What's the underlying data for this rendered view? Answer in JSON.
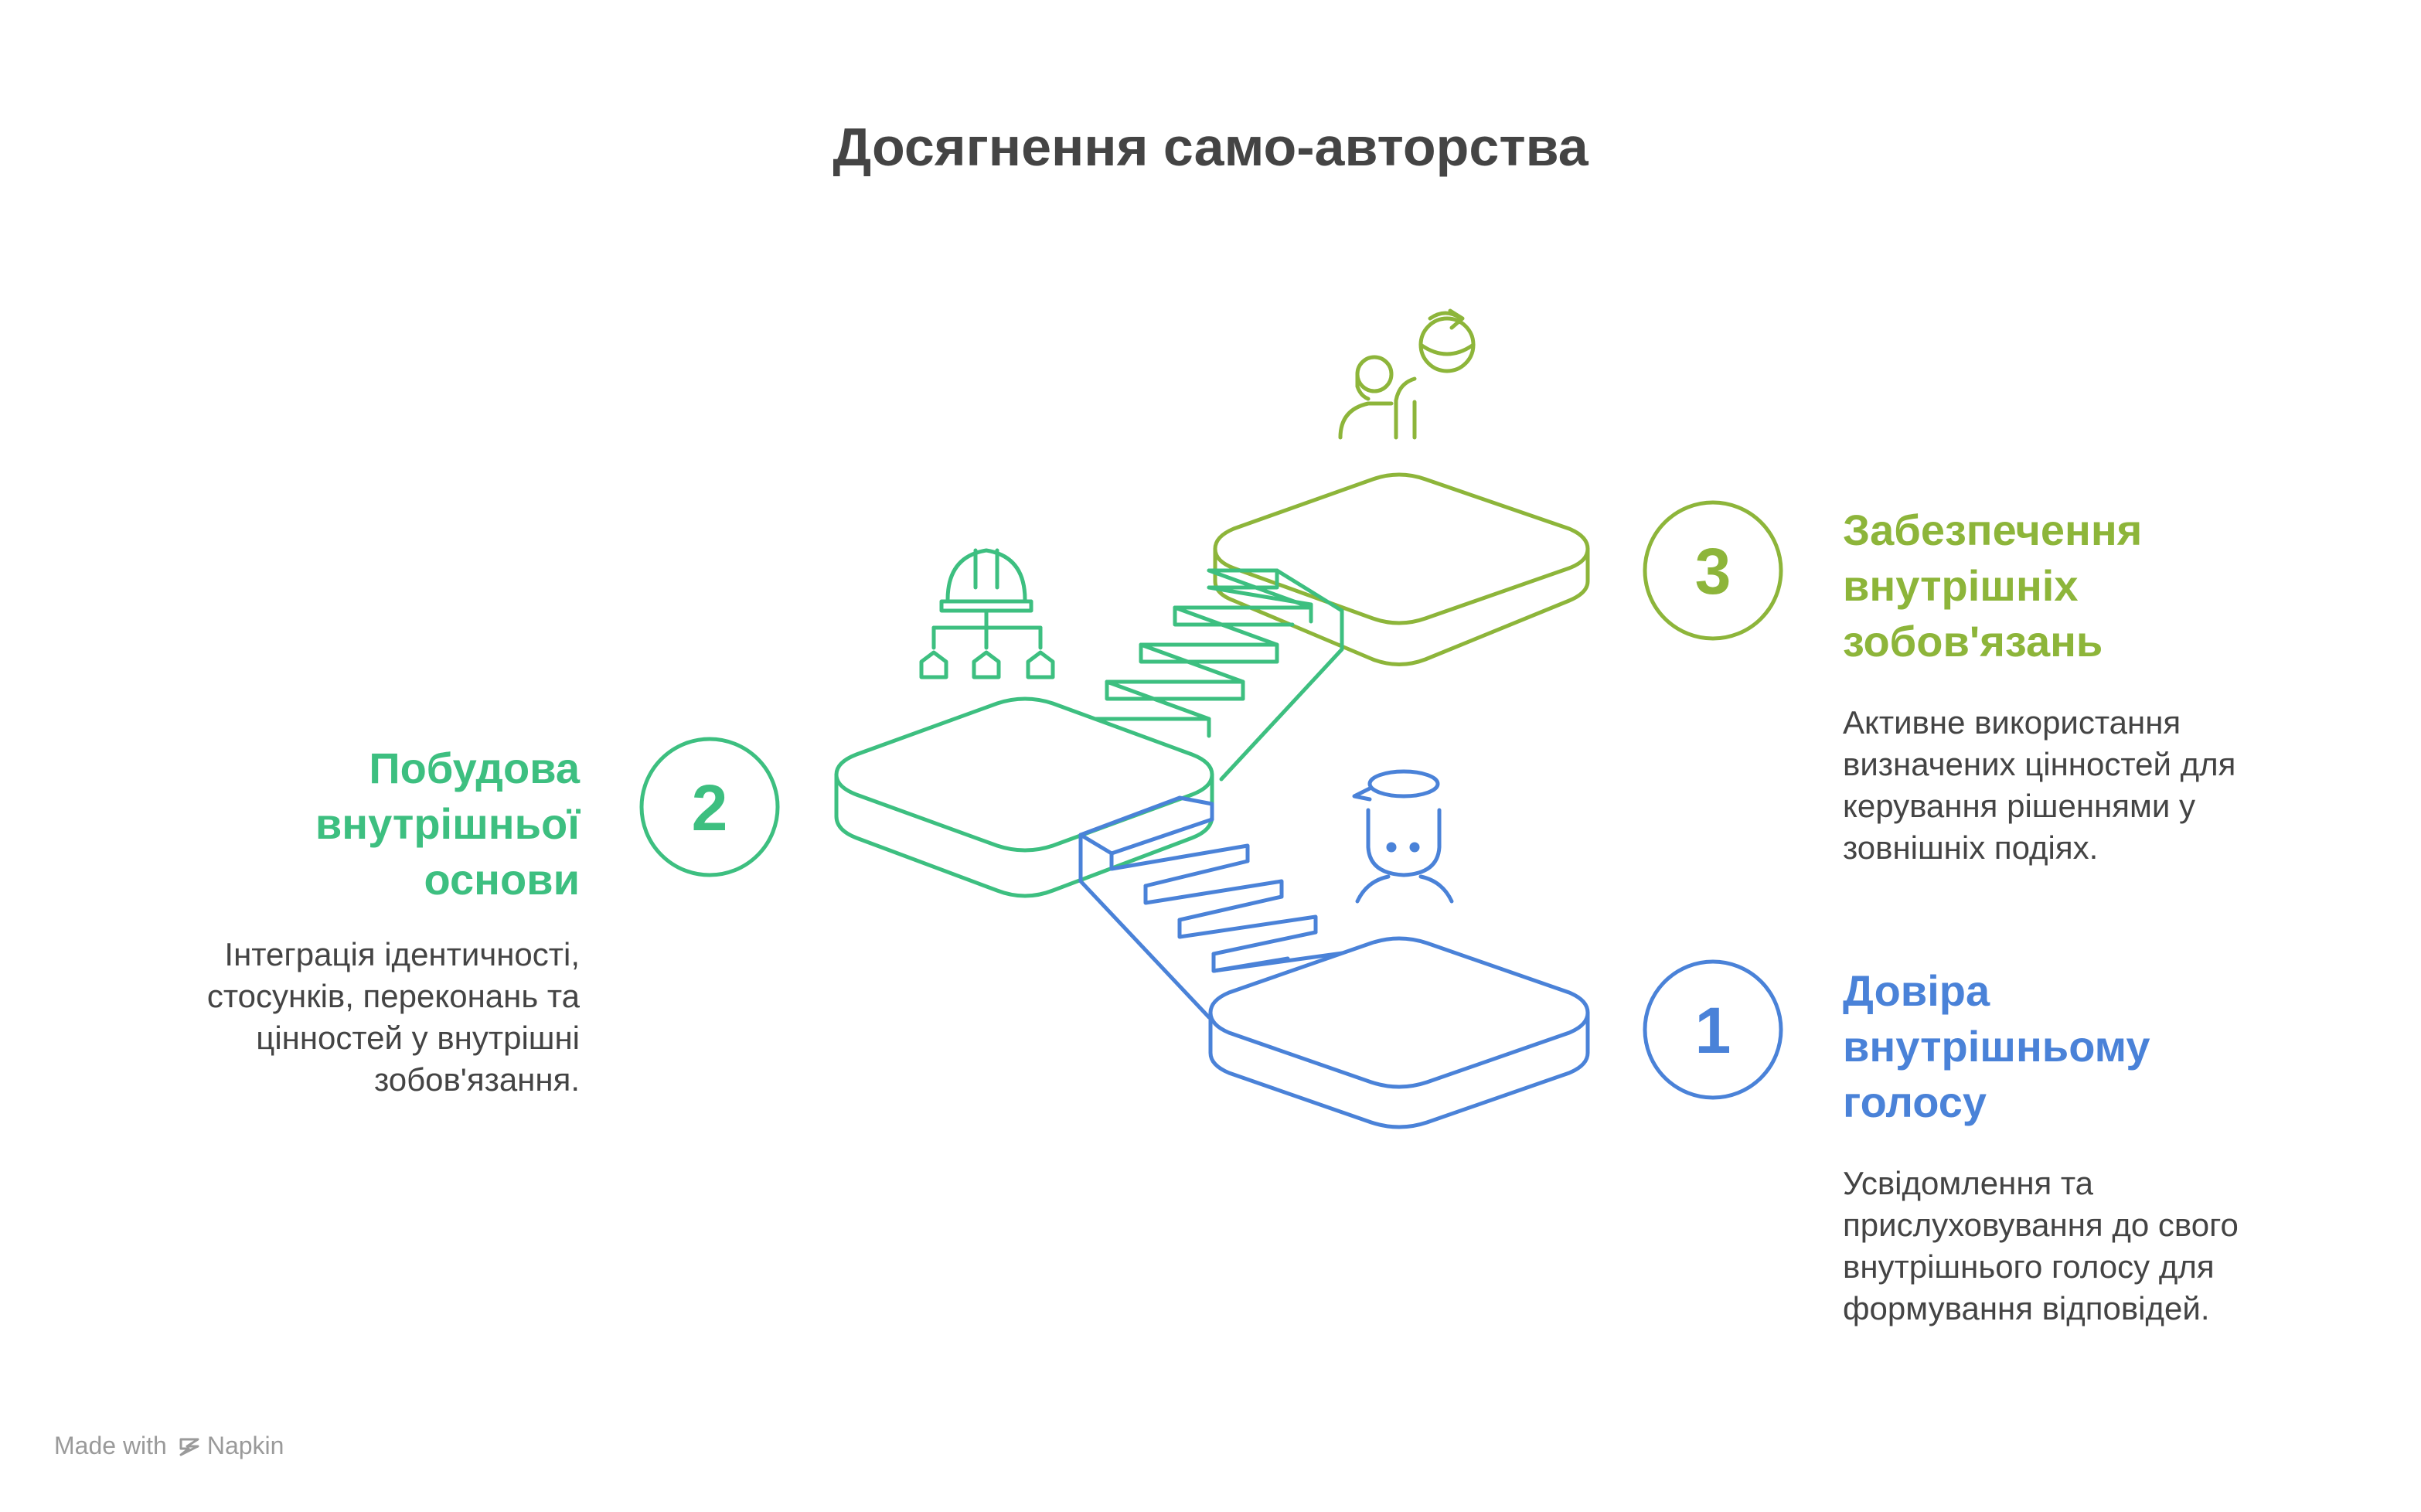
{
  "title": "Досягнення само-авторства",
  "steps": [
    {
      "number": "1",
      "heading": "Довіра внутрішньому голосу",
      "description": "Усвідомлення та прислуховування до свого внутрішнього голосу для формування відповідей.",
      "color": "#4a82d8",
      "icon": "person-with-cap-icon"
    },
    {
      "number": "2",
      "heading": "Побудова внутрішньої основи",
      "description": "Інтеграція ідентичності, стосунків, переконань та цінностей у внутрішні зобов'язання.",
      "color": "#3dbf80",
      "icon": "hardhat-hierarchy-icon"
    },
    {
      "number": "3",
      "heading": "Забезпечення внутрішніх зобов'язань",
      "description": "Активне використання визначених цінностей для керування рішеннями у зовнішніх подіях.",
      "color": "#8db53a",
      "icon": "person-with-refresh-icon"
    }
  ],
  "footer": {
    "made_with": "Made with",
    "brand": "Napkin"
  }
}
